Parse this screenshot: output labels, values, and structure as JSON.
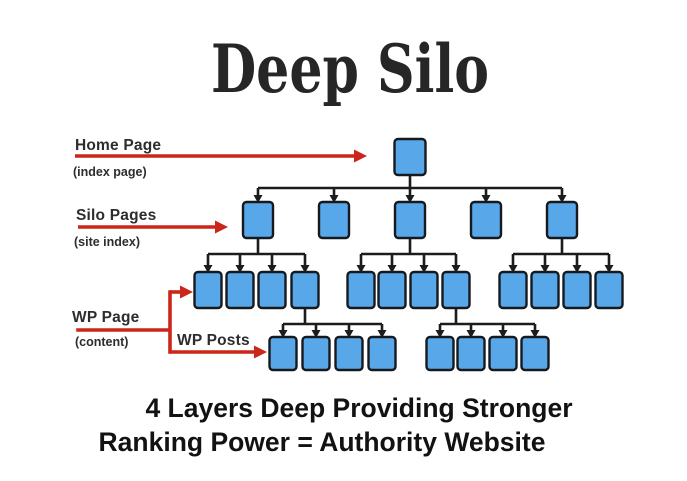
{
  "title": "Deep Silo",
  "labels": {
    "home_page": {
      "title": "Home Page",
      "subtitle": "(index page)"
    },
    "silo_pages": {
      "title": "Silo Pages",
      "subtitle": "(site index)"
    },
    "wp_page": {
      "title": "WP Page",
      "subtitle": "(content)"
    },
    "wp_posts": {
      "title": "WP Posts"
    }
  },
  "caption": {
    "line1": "4 Layers Deep Providing Stronger",
    "line2": "Ranking Power = Authority Website"
  },
  "colors": {
    "box_fill": "#58A7E8",
    "box_border": "#161A1F",
    "connector": "#1C1C1C",
    "arrow_red": "#CB2619",
    "label_text": "#2D2D2D",
    "title_text": "#262626",
    "caption_text": "#121212",
    "background": "#FFFFFF"
  },
  "diagram": {
    "levels": [
      {
        "name": "home-page",
        "box_count": 1,
        "groups": [
          1
        ]
      },
      {
        "name": "silo-pages",
        "box_count": 5,
        "groups": [
          5
        ]
      },
      {
        "name": "wp-pages",
        "box_count": 12,
        "groups": [
          4,
          4,
          4
        ]
      },
      {
        "name": "wp-posts",
        "box_count": 8,
        "groups": [
          4,
          4
        ]
      }
    ],
    "depth_layers": 4
  }
}
